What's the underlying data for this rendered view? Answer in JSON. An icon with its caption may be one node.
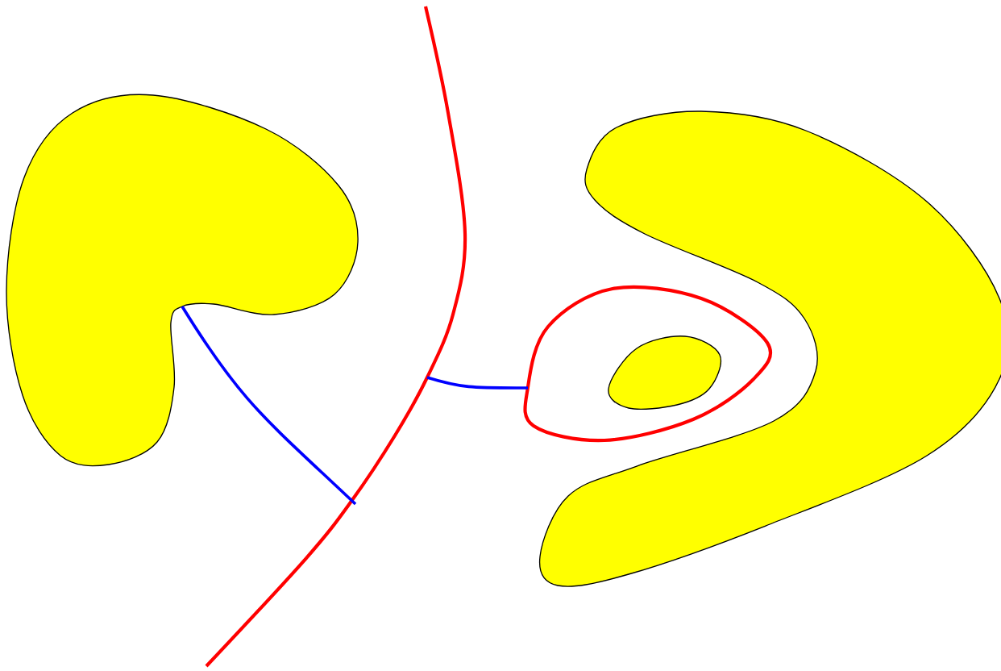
{
  "diagram": {
    "nodes": [
      {
        "text": [],
        "shape": "blob"
      },
      {
        "text": [],
        "shape": "curve"
      },
      {
        "text": [],
        "shape": "loop"
      },
      {
        "text": [],
        "shape": "blob"
      },
      {
        "text": [],
        "shape": "blob",
        "in": 2
      }
    ],
    "edges": [
      {
        "from": 0,
        "to": 1,
        "arrow": "none",
        "color": "#0000ff"
      },
      {
        "from": 1,
        "to": 2,
        "arrow": "none",
        "color": "#0000ff"
      }
    ]
  }
}
